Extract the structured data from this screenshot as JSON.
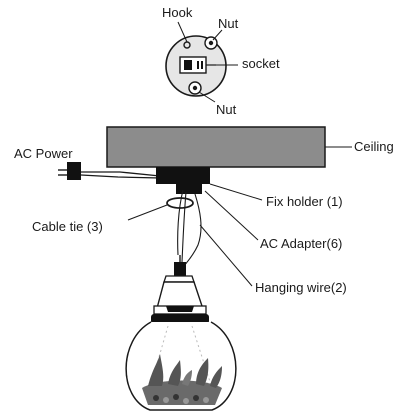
{
  "labels": {
    "hook": "Hook",
    "nut_top": "Nut",
    "socket": "socket",
    "nut_bottom": "Nut",
    "ac_power": "AC Power",
    "ceiling": "Ceiling",
    "fix_holder": "Fix holder (1)",
    "cable_tie": "Cable tie (3)",
    "ac_adapter": "AC Adapter(6)",
    "hanging_wire": "Hanging wire(2)"
  },
  "colors": {
    "ceiling_fill": "#8c8c8c",
    "line": "#1a1a1a",
    "dark": "#111111",
    "plate_fill": "#e6e6e6",
    "plant": "#555555"
  }
}
